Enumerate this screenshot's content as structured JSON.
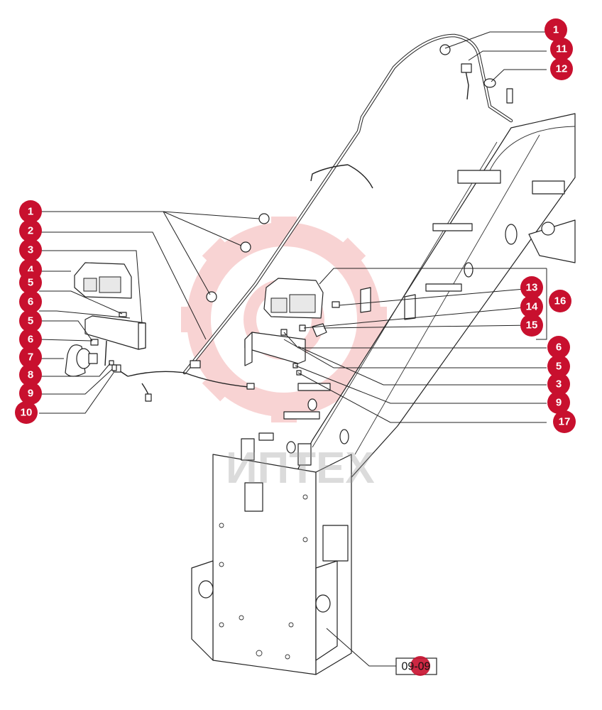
{
  "colors": {
    "callout": "#c8102e",
    "watermark_gear": "#e23c3c",
    "line": "#222222"
  },
  "watermark": {
    "text": "ИПТЕХ"
  },
  "page_code": "09-09",
  "callouts": {
    "c1_top": "1",
    "c11": "11",
    "c12": "12",
    "c1_left": "1",
    "c2": "2",
    "c3_left": "3",
    "c4": "4",
    "c5_a": "5",
    "c6_a": "6",
    "c5_b": "5",
    "c6_b": "6",
    "c7": "7",
    "c8": "8",
    "c9_left": "9",
    "c10": "10",
    "c13": "13",
    "c14": "14",
    "c15": "15",
    "c16": "16",
    "c6_right": "6",
    "c5_right": "5",
    "c3_right": "3",
    "c9_right": "9",
    "c17": "17"
  }
}
